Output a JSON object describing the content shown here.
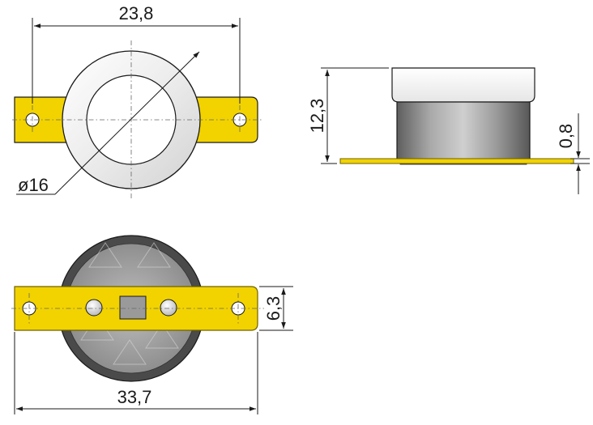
{
  "dimensions": {
    "top_width": "23,8",
    "diameter": "ø16",
    "height": "12,3",
    "tab_thickness": "0,8",
    "terminal_width": "6,3",
    "overall_length": "33,7"
  },
  "colors": {
    "terminal": "#f2d300",
    "terminal_edge": "#8a7a00",
    "ceramic": "#e8e8e8",
    "ceramic_inner": "#ffffff",
    "metal_dark": "#4a4a4a",
    "metal_mid": "#8c8c8c",
    "metal_light": "#bdbdbd",
    "line": "#1a1a1a"
  }
}
